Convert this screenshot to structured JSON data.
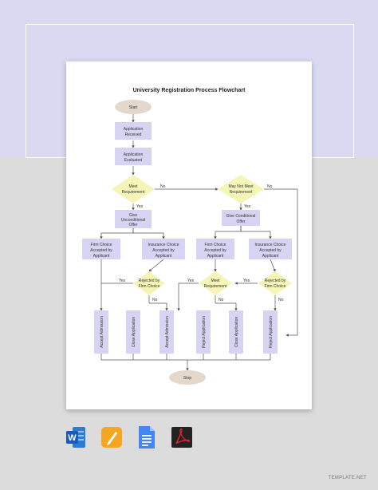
{
  "chart": {
    "title": "University Registration Process Flowchart",
    "nodes": {
      "start": "Start",
      "received_1": "Application",
      "received_2": "Received",
      "evaluated_1": "Application",
      "evaluated_2": "Evaluated",
      "meet_1": "Meet",
      "meet_2": "Requirement",
      "maynot_1": "May Not Meet",
      "maynot_2": "Requirement",
      "uncond_1": "Give",
      "uncond_2": "Unconditional",
      "uncond_3": "Offer",
      "cond_1": "Give Conditional",
      "cond_2": "Offer",
      "firm_l_1": "Firm Choice",
      "firm_l_2": "Accepted by",
      "firm_l_3": "Applicant",
      "ins_l_1": "Insurance Choice",
      "ins_l_2": "Accepted by",
      "ins_l_3": "Applicant",
      "firm_r_1": "Firm Choice",
      "firm_r_2": "Accepted by",
      "firm_r_3": "Applicant",
      "ins_r_1": "Insurance Choice",
      "ins_r_2": "Accepted by",
      "ins_r_3": "Applicant",
      "rejfirm_l_1": "Rejected by",
      "rejfirm_l_2": "Firm Choice",
      "meet_mid_1": "Meet",
      "meet_mid_2": "Requirement",
      "rejfirm_r_1": "Rejected by",
      "rejfirm_r_2": "Firm Choice",
      "accept_1": "Accept Admission",
      "close_1": "Close Application",
      "accept_2": "Accept Admission",
      "reject_1": "Reject Application",
      "close_2": "Close Application",
      "reject_2": "Reject Application",
      "stop": "Stop"
    },
    "edges": {
      "no": "No",
      "yes": "Yes"
    }
  },
  "formats": {
    "word": "word-icon",
    "pages": "pages-icon",
    "docs": "google-docs-icon",
    "pdf": "pdf-icon"
  },
  "brand": "TEMPLATE.NET"
}
